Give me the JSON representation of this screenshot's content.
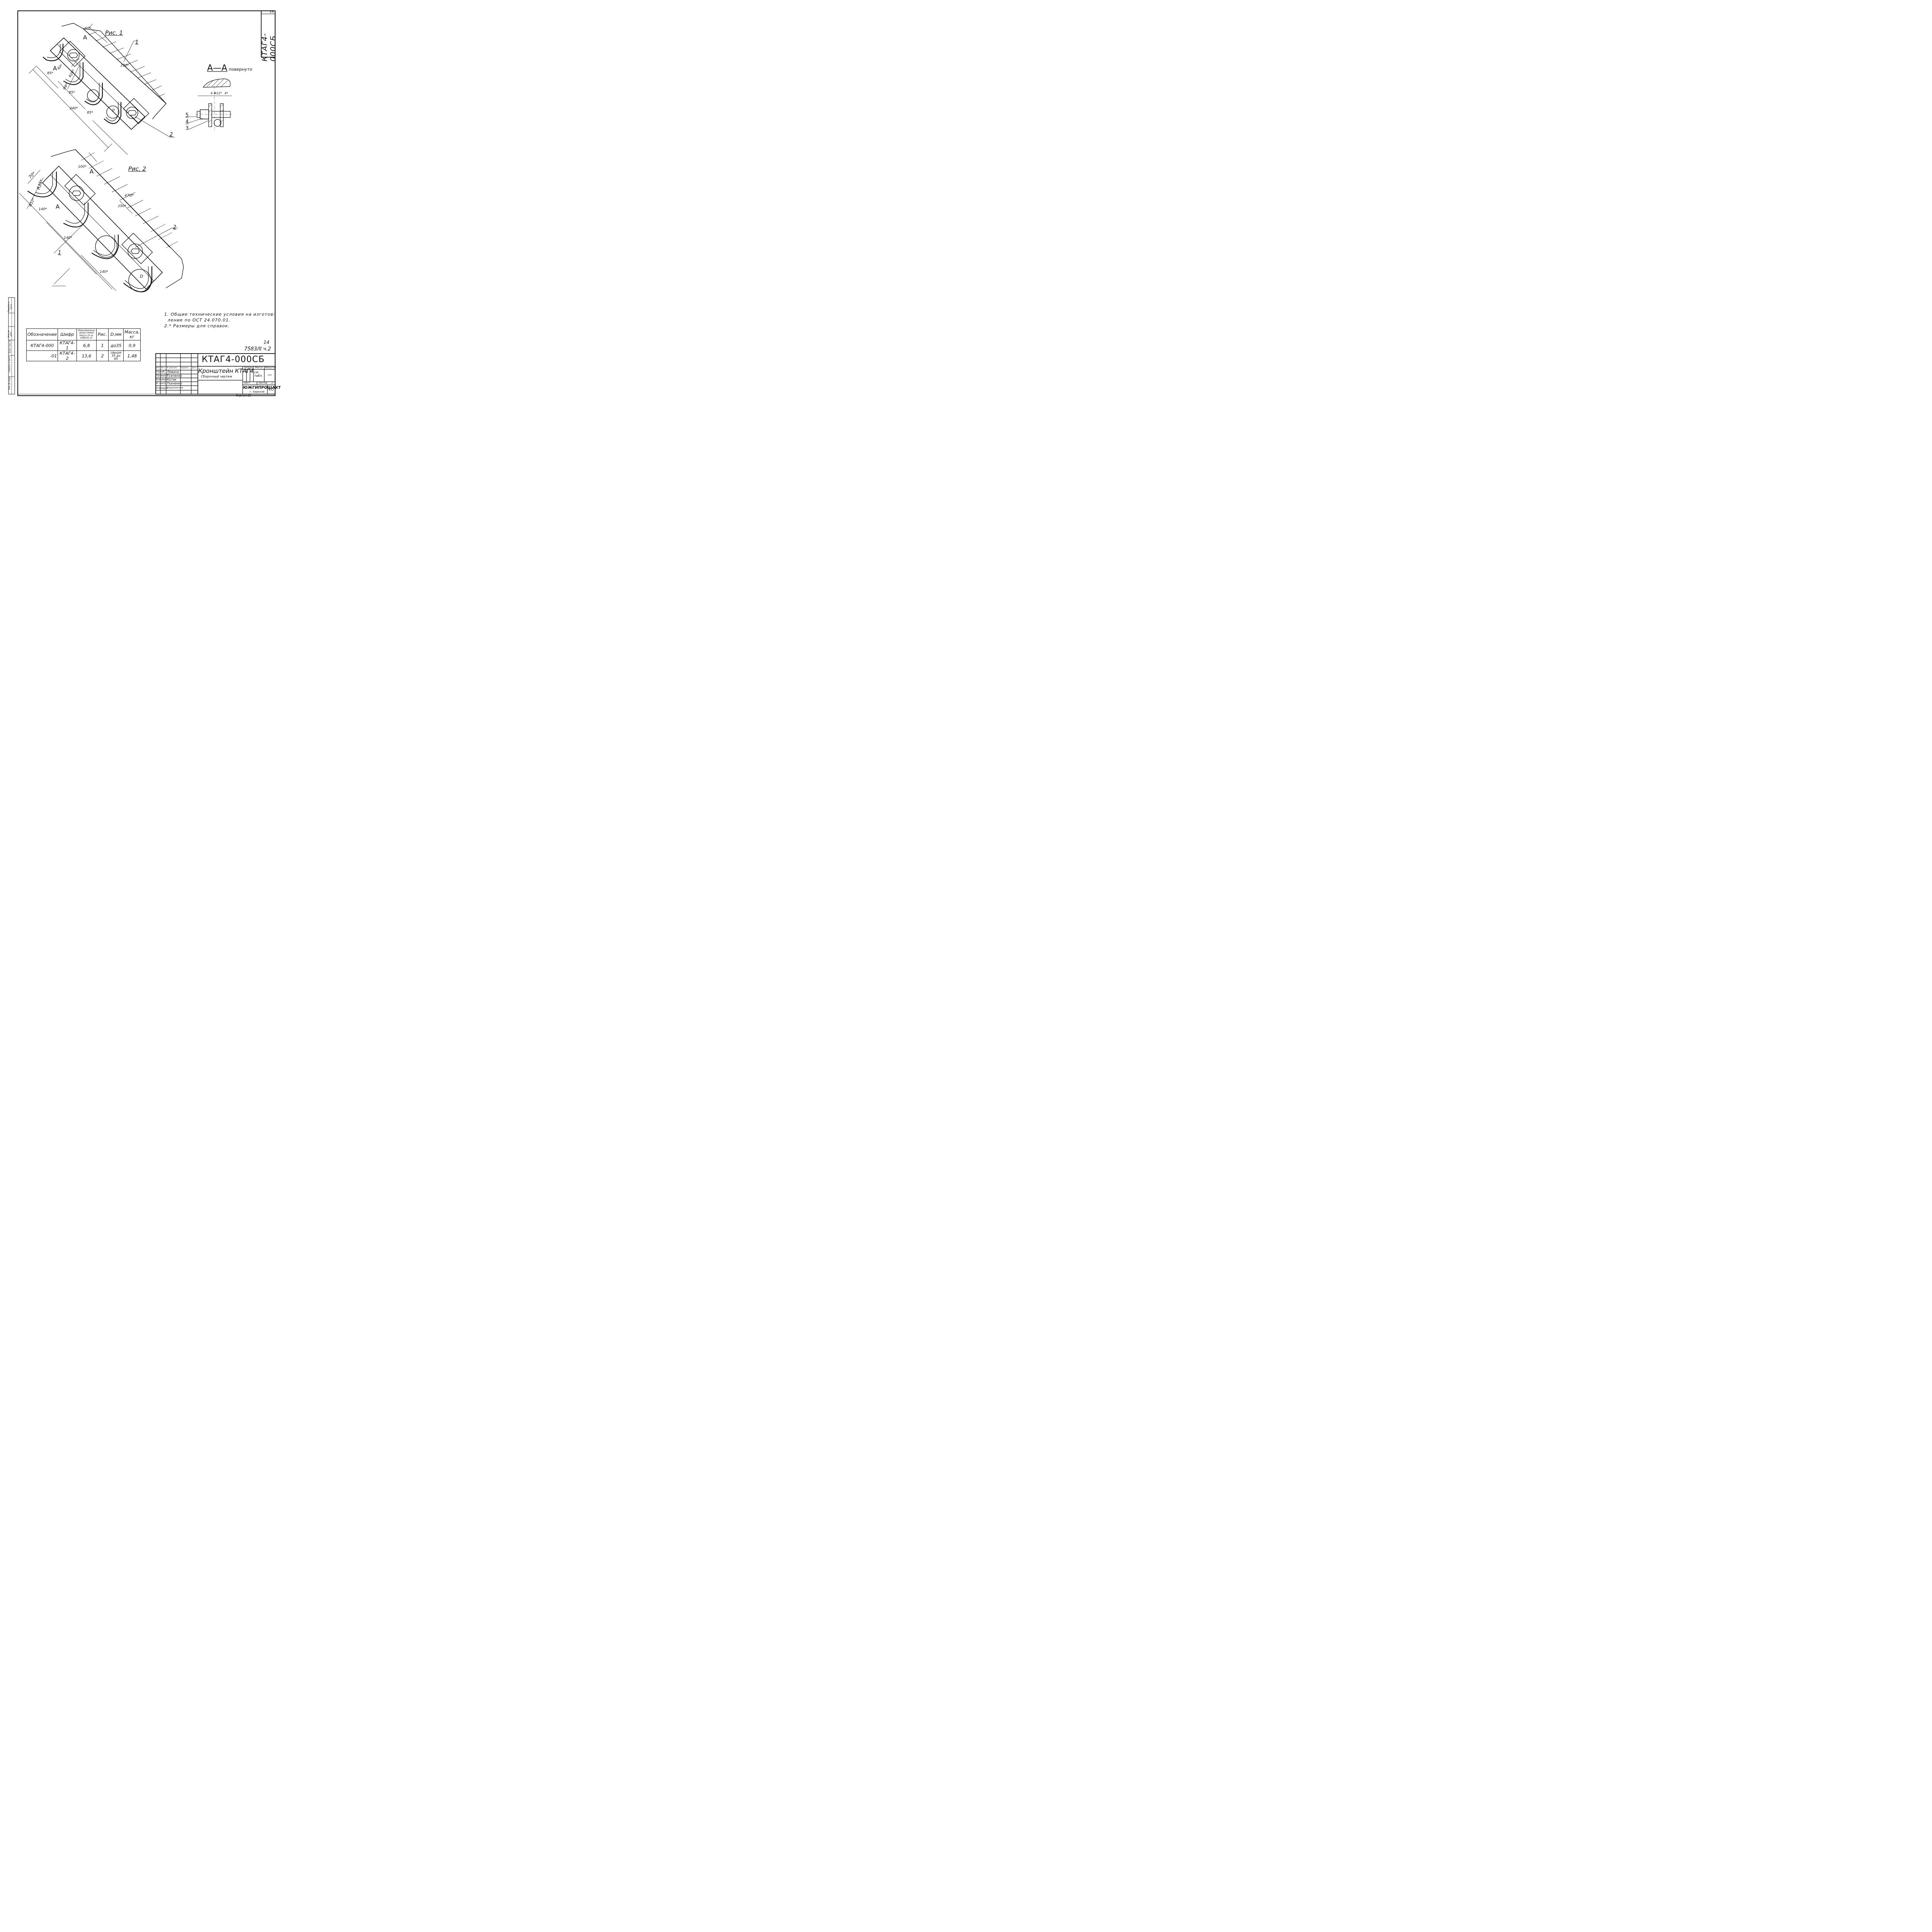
{
  "sheet": {
    "number": "14",
    "stamp": "КТАГ4-000СБ"
  },
  "fig1": {
    "title": "Рис. 1",
    "dims": [
      "60*",
      "250*",
      "85*",
      "40*",
      "R20*",
      "Ф8*",
      "85*",
      "340*",
      "85*"
    ],
    "callouts": [
      "1",
      "2"
    ],
    "section_marks": [
      "A",
      "A"
    ],
    "dia": "D"
  },
  "section": {
    "title": "А—А",
    "subtitle": "повернуто",
    "dims": [
      "4",
      "Ф12*",
      "4*"
    ],
    "parts": [
      "5",
      "4",
      "3"
    ]
  },
  "fig2": {
    "title": "Рис. 2",
    "dims": [
      "100*",
      "70*",
      "R35*",
      "Ф12*",
      "140*",
      "470*",
      "250*",
      "140*",
      "140*"
    ],
    "callouts": [
      "2",
      "1"
    ],
    "section_marks": [
      "A",
      "A"
    ],
    "dia": "D"
  },
  "notes": [
    "1. Общие технические условия на изготов-",
    "ление по ОСТ 24.070.01.",
    "2.* Размеры для справок."
  ],
  "spec_table": {
    "headers": [
      "Обозначение",
      "Шифр",
      "Максимально допустимая масса 1п.м. кабеля, кг",
      "Рис.",
      "D,мм",
      "Масса, кг"
    ],
    "rows": [
      [
        "КТАГ4-000",
        "КТАГ4-1",
        "6,8",
        "1",
        "до35",
        "0,9"
      ],
      [
        "-01",
        "КТАГ4-2",
        "13,6",
        "2",
        "свыше 35 до 65",
        "1,48"
      ]
    ]
  },
  "side_strip": [
    "Инв. № подл.",
    "Подпись и дата",
    "Взам. инв. №",
    "Инв. № дубл.",
    "Подпись и дата"
  ],
  "archive": {
    "page": "14",
    "code": "7583/II ч.2"
  },
  "title_block": {
    "designation": "КТАГ4-000СБ",
    "name": "Кронштейн КТАГ4",
    "doc_type": "Сборочный чертеж",
    "head_cols": [
      "Изм",
      "Лист",
      "№ докумен.",
      "Подпись",
      "Дата"
    ],
    "roles": [
      {
        "role": "Разраб.",
        "name": "Левина"
      },
      {
        "role": "Проверил",
        "name": "Ткаченко"
      },
      {
        "role": "Руковод.",
        "name": "Котак"
      },
      {
        "role": "Н. контр.",
        "name": "Ткаченко"
      },
      {
        "role": "Утвердил",
        "name": "Бердичевский"
      }
    ],
    "litera_label": "Литера",
    "mass_label": "Масса",
    "scale_label": "Масштаб",
    "mass_value": "см. табл.",
    "scale_value": "—",
    "sheet_label": "Лист",
    "sheets_label": "Листов",
    "sheets_value": "1",
    "org": "ЮЖГИПРОШАХТ",
    "city": "г. Харьков",
    "code": "КО"
  },
  "format": "Формат 22"
}
